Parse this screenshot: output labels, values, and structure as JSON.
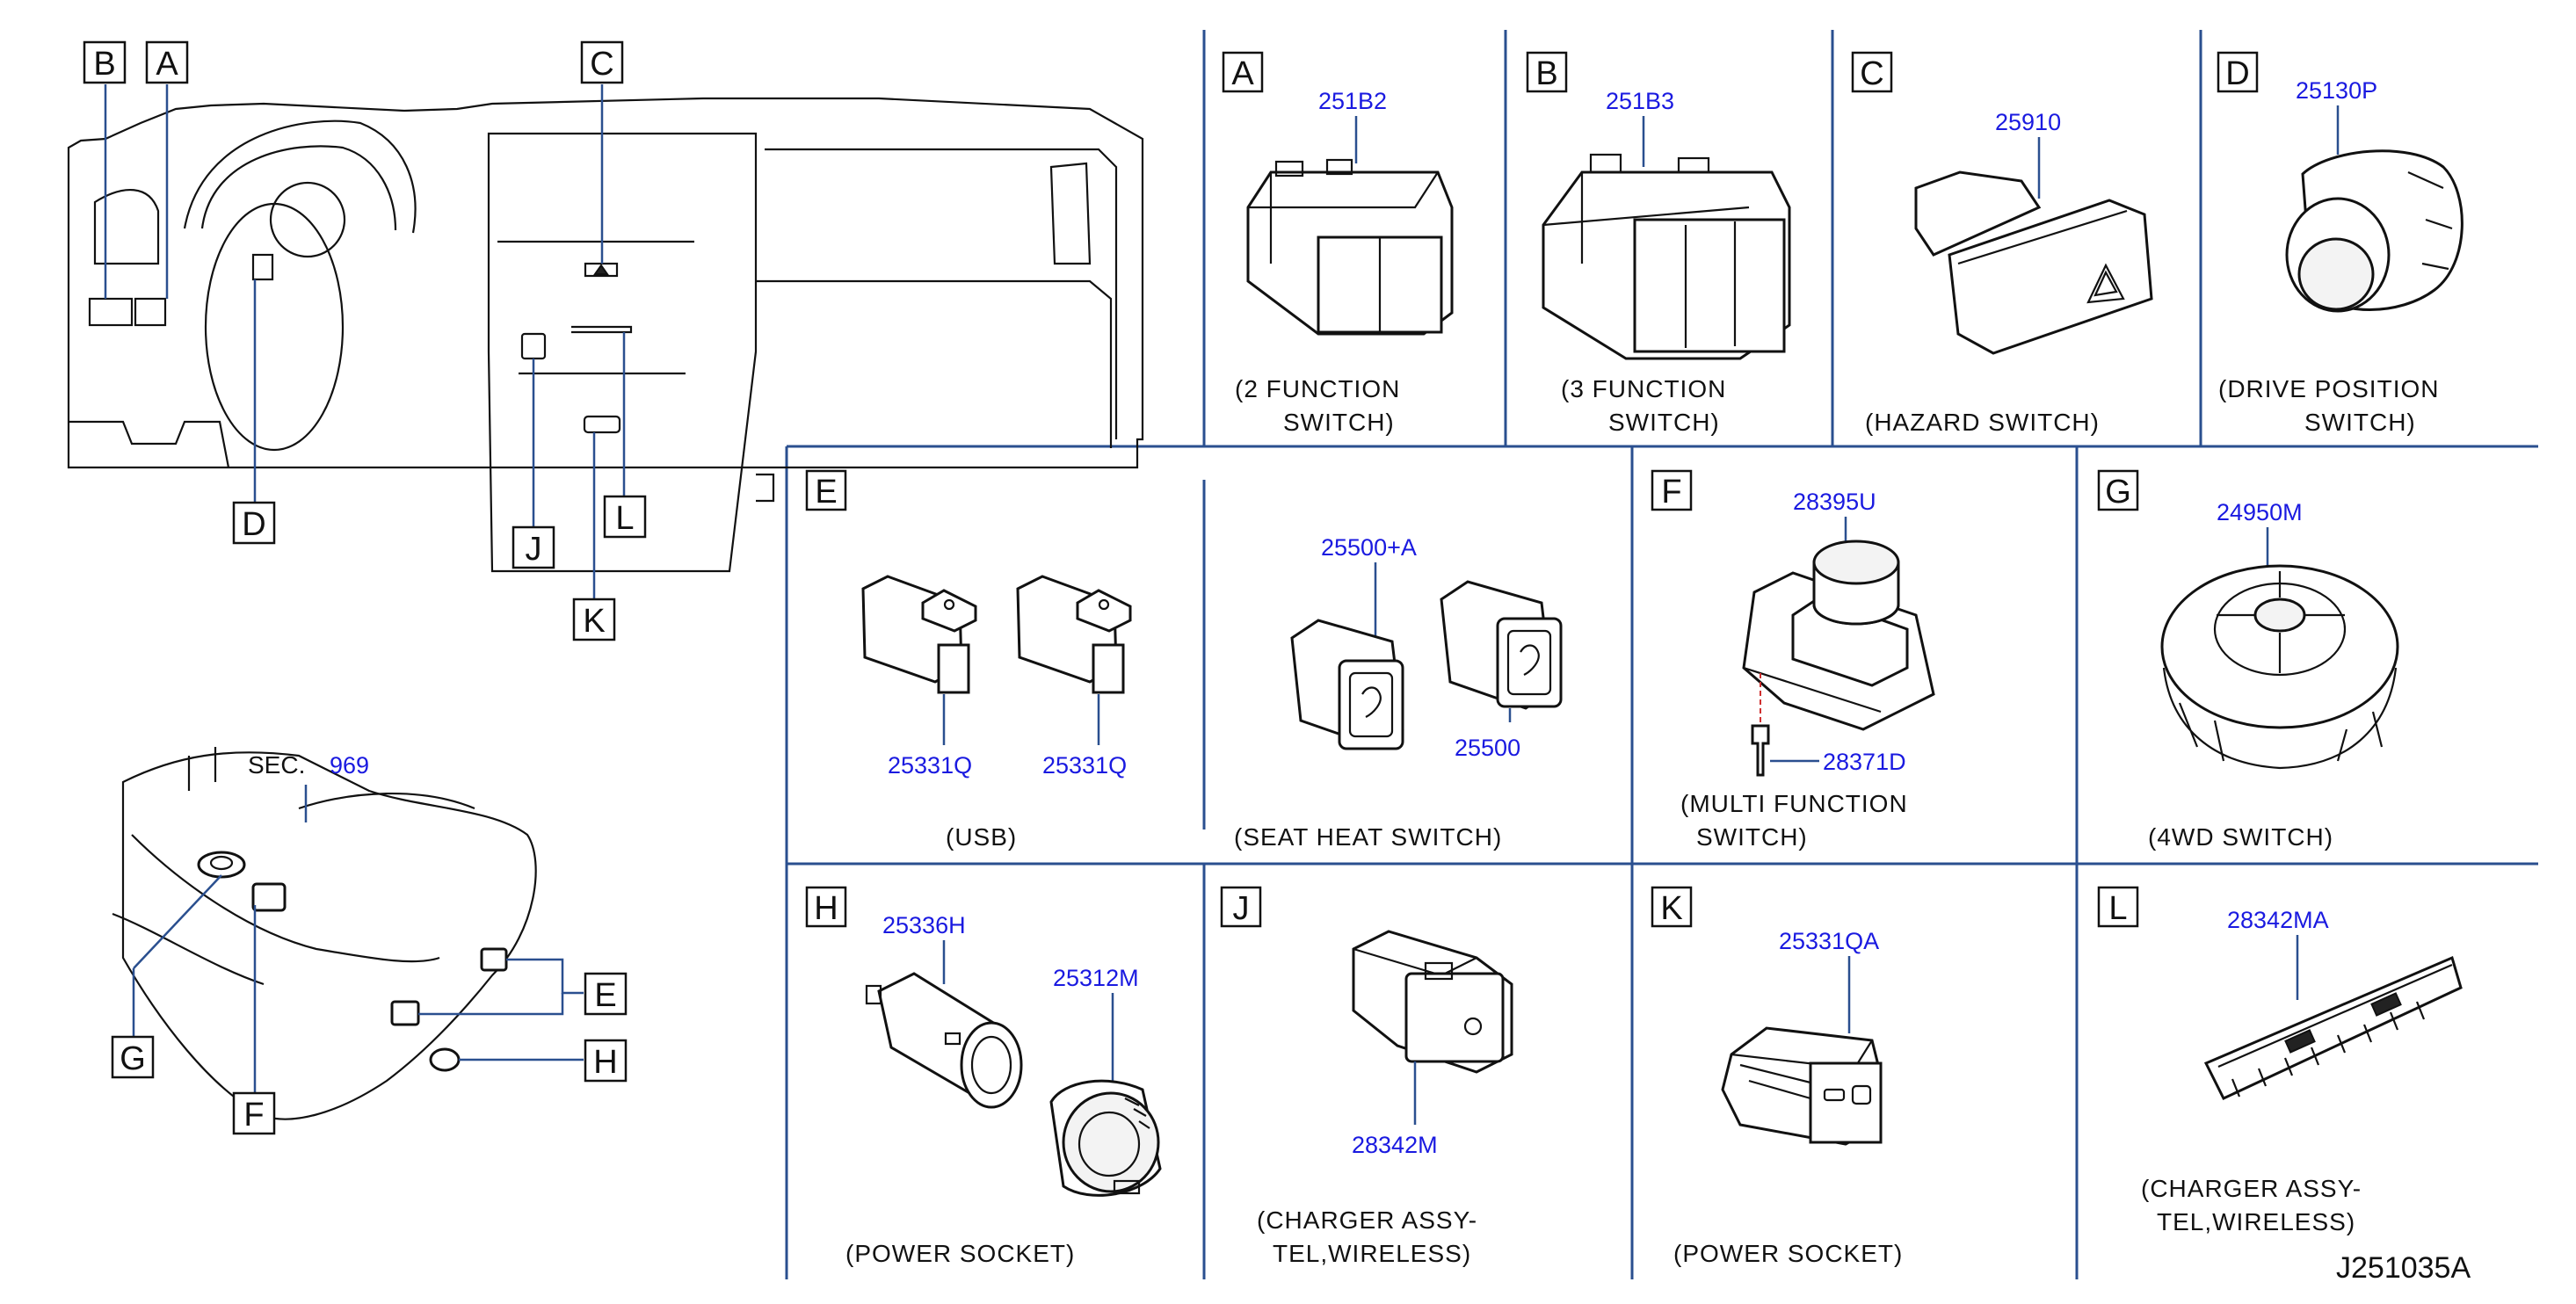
{
  "sections": {
    "A": {
      "letter": "A",
      "part_no": "251B2",
      "caption1": "(2   FUNCTION",
      "caption2": "SWITCH)"
    },
    "B": {
      "letter": "B",
      "part_no": "251B3",
      "caption1": "(3   FUNCTION",
      "caption2": "SWITCH)"
    },
    "C": {
      "letter": "C",
      "part_no": "25910",
      "caption1": "(HAZARD   SWITCH)"
    },
    "D": {
      "letter": "D",
      "part_no": "25130P",
      "caption1": "(DRIVE   POSITION",
      "caption2": "SWITCH)"
    },
    "E": {
      "letter": "E",
      "part_no_1": "25331Q",
      "part_no_2": "25331Q",
      "caption_usb": "(USB)",
      "part_no_3": "25500+A",
      "part_no_4": "25500",
      "caption_seat": "(SEAT   HEAT   SWITCH)"
    },
    "F": {
      "letter": "F",
      "part_no_1": "28395U",
      "part_no_2": "28371D",
      "caption1": "(MULTI   FUNCTION",
      "caption2": "SWITCH)"
    },
    "G": {
      "letter": "G",
      "part_no": "24950M",
      "caption1": "(4WD   SWITCH)"
    },
    "H": {
      "letter": "H",
      "part_no_1": "25336H",
      "part_no_2": "25312M",
      "caption1": "(POWER   SOCKET)"
    },
    "J": {
      "letter": "J",
      "part_no": "28342M",
      "caption1": "(CHARGER   ASSY-",
      "caption2": "TEL,WIRELESS)"
    },
    "K": {
      "letter": "K",
      "part_no": "25331QA",
      "caption1": "(POWER   SOCKET)"
    },
    "L": {
      "letter": "L",
      "part_no": "28342MA",
      "caption1": "(CHARGER   ASSY-",
      "caption2": "TEL,WIRELESS)"
    }
  },
  "overview": {
    "dash_letters": [
      "B",
      "A",
      "C",
      "D",
      "J",
      "K",
      "L"
    ],
    "console_letters": [
      "E",
      "G",
      "F",
      "H"
    ],
    "sec_label": "SEC.",
    "sec_number": "969"
  },
  "diagram_id": "J251035A"
}
